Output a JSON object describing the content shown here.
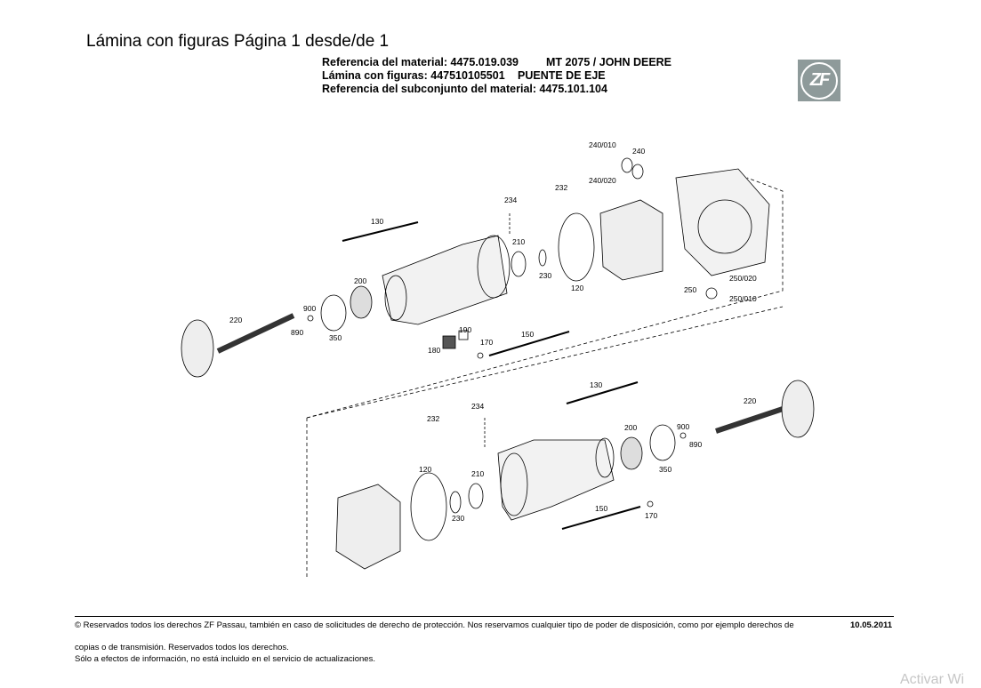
{
  "header": {
    "page_title": "Lámina con figuras Página 1 desde/de 1",
    "material_ref": "Referencia del material: 4475.019.039",
    "model": "MT 2075 / JOHN DEERE",
    "figure_ref": "Lámina con figuras: 447510105501",
    "figure_name": "PUENTE DE EJE",
    "subassembly_ref": "Referencia del subconjunto del material: 4475.101.104",
    "logo_text": "ZF"
  },
  "diagram": {
    "top_labels": [
      "130",
      "234",
      "232",
      "240/010",
      "240",
      "240/020",
      "210",
      "230",
      "120",
      "200",
      "900",
      "890",
      "350",
      "220",
      "180",
      "190",
      "170",
      "150",
      "250",
      "250/020",
      "250/010"
    ],
    "bottom_labels": [
      "130",
      "234",
      "232",
      "220",
      "200",
      "900",
      "890",
      "350",
      "120",
      "210",
      "230",
      "150",
      "170"
    ]
  },
  "footer": {
    "line1": "© Reservados todos los derechos ZF Passau, también en caso de solicitudes de derecho de protección. Nos reservamos cualquier tipo de poder de disposición, como por ejemplo derechos de",
    "line2": "copias o de transmisión. Reservados todos los derechos.",
    "line3": "Sólo a efectos de información, no está incluido en el servicio de actualizaciones.",
    "date": "10.05.2011"
  },
  "watermark": "Activar Wi"
}
